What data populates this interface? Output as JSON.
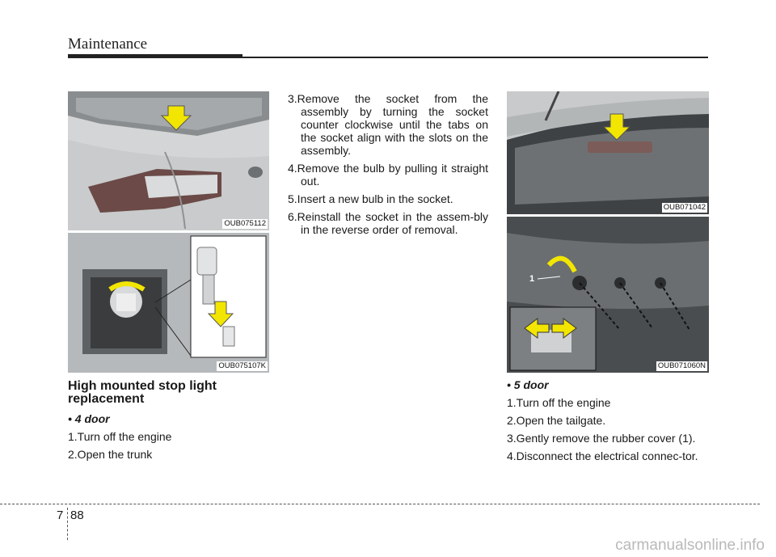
{
  "header": {
    "title": "Maintenance"
  },
  "figures": {
    "fig1": {
      "code": "OUB075112"
    },
    "fig2": {
      "code": "OUB075107K"
    },
    "fig3": {
      "code": "OUB071042"
    },
    "fig4": {
      "code": "OUB071060N"
    }
  },
  "left": {
    "title_line1": "High mounted stop light",
    "title_line2": "replacement",
    "subtitle": "• 4 door",
    "steps": [
      "1.Turn off the engine",
      "2.Open the trunk"
    ]
  },
  "middle": {
    "steps": [
      "3.Remove the socket from the assembly by turning the socket counter clockwise until the tabs on the socket align with the slots on the assembly.",
      "4.Remove the bulb by pulling it straight out.",
      "5.Insert a new bulb in the socket.",
      "6.Reinstall the socket in the assem-bly in the reverse order of removal."
    ]
  },
  "right": {
    "subtitle": "• 5 door",
    "steps": [
      "1.Turn off the engine",
      "2.Open the tailgate.",
      "3.Gently remove the rubber cover (1).",
      "4.Disconnect the electrical connec-tor."
    ],
    "callout_label": "1"
  },
  "footer": {
    "chapter": "7",
    "page": "88",
    "watermark": "carmanualsonline.info"
  },
  "colors": {
    "arrow_yellow": "#f2e600",
    "photo_gray": "#c4c7c9",
    "text": "#1a1a1a"
  }
}
